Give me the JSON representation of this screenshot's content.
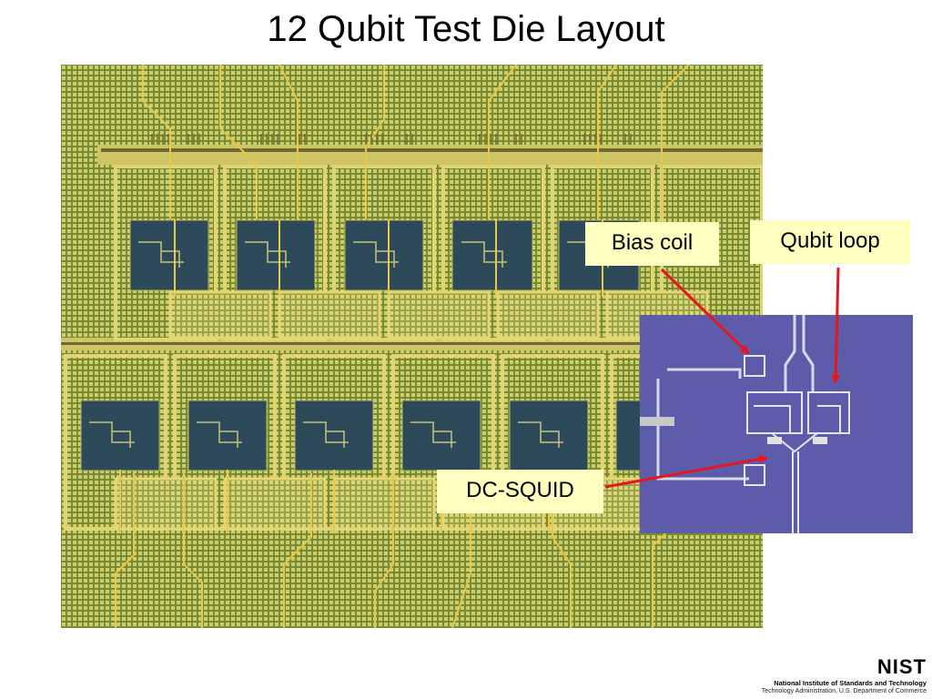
{
  "slide": {
    "title": "12 Qubit Test Die Layout"
  },
  "callouts": {
    "bias_coil": "Bias coil",
    "qubit_loop": "Qubit loop",
    "dc_squid": "DC-SQUID"
  },
  "logo": {
    "mark": "NIST",
    "line1": "National Institute of Standards and Technology",
    "line2": "Technology Administration, U.S. Department of Commerce"
  },
  "colors": {
    "callout_fill": "#ffffc0",
    "arrow": "#e8141e",
    "die_background": "#8c9a3c",
    "trace_gold": "#e8c84a",
    "inset_background": "#5a5aa8"
  }
}
